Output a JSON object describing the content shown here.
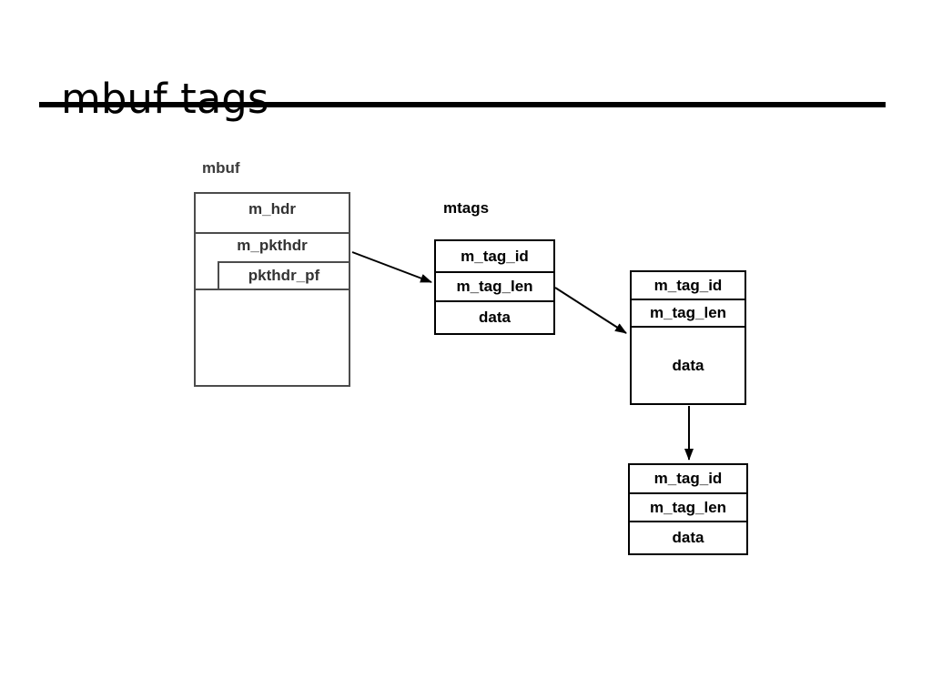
{
  "slide": {
    "title": "mbuf tags"
  },
  "diagram": {
    "mbuf": {
      "label": "mbuf",
      "rows": {
        "m_hdr": "m_hdr",
        "m_pkthdr": "m_pkthdr",
        "pkthdr_pf": "pkthdr_pf"
      }
    },
    "mtags": {
      "label": "mtags",
      "rows": {
        "id": "m_tag_id",
        "len": "m_tag_len",
        "data": "data"
      }
    },
    "tag2": {
      "rows": {
        "id": "m_tag_id",
        "len": "m_tag_len",
        "data": "data"
      }
    },
    "tag3": {
      "rows": {
        "id": "m_tag_id",
        "len": "m_tag_len",
        "data": "data"
      }
    },
    "connections": [
      {
        "from": "mbuf/pkthdr_pf",
        "to": "mtags"
      },
      {
        "from": "mtags/m_tag_len",
        "to": "tag2"
      },
      {
        "from": "tag2/data",
        "to": "tag3"
      }
    ],
    "colors": {
      "mbuf_border": "#4c4c4c",
      "tag_border": "#000000",
      "text": "#000000",
      "title_rule": "#000000"
    }
  }
}
